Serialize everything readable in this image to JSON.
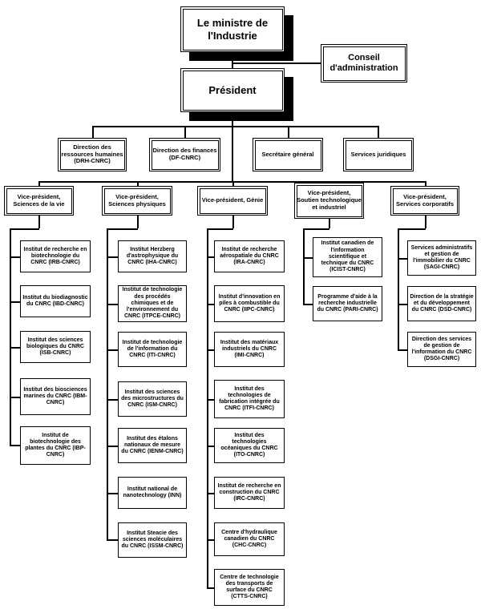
{
  "org": {
    "minister": "Le ministre de l'Industrie",
    "board": "Conseil d'administration",
    "president": "Président",
    "directorates": [
      "Direction des ressources humaines (DRH-CNRC)",
      "Direction des finances (DF-CNRC)",
      "Secrétaire général",
      "Services juridiques"
    ],
    "vice_presidents": [
      "Vice-président, Sciences de la vie",
      "Vice-président, Sciences physiques",
      "Vice-président, Génie",
      "Vice-président, Soutien technologique et industriel",
      "Vice-président, Services corporatifs"
    ],
    "life_sciences": [
      "Institut de recherche en biotechnologie du CNRC (IRB-CNRC)",
      "Institut du biodiagnostic du CNRC (IBD-CNRC)",
      "Institut des sciences biologiques du CNRC (ISB-CNRC)",
      "Institut des biosciences marines du CNRC (IBM-CNRC)",
      "Institut de biotechnologie des plantes du CNRC (IBP-CNRC)"
    ],
    "physical_sciences": [
      "Institut Herzberg d'astrophysique du CNRC (IHA-CNRC)",
      "Institut de technologie des procédés chimiques et de l'environnement du CNRC (ITPCE-CNRC)",
      "Institut de technologie de l'information du CNRC (ITI-CNRC)",
      "Institut des sciences des microstructures du CNRC (ISM-CNRC)",
      "Institut des étalons nationaux de mesure du CNRC (IENM-CNRC)",
      "Institut national de nanotechnology (INN)",
      "Institut Steacie des sciences moléculaires du CNRC (ISSM-CNRC)"
    ],
    "engineering": [
      "Institut de recherche aérospatiale du CNRC (IRA-CNRC)",
      "Institut d'innovation en piles à combustible du CNRC (IIPC-CNRC)",
      "Institut des matériaux industriels du CNRC (IMI-CNRC)",
      "Institut des technologies de fabrication intégrée du CNRC (ITFI-CNRC)",
      "Institut des technologies océaniques du CNRC (ITO-CNRC)",
      "Institut de recherche en construction du CNRC (IRC-CNRC)",
      "Centre d'hydraulique canadien du CNRC (CHC-CNRC)",
      "Centre de technologie des transports de surface du CNRC (CTTS-CNRC)"
    ],
    "tech_industry_support": [
      "Institut canadien de l'information scientifique et technique du CNRC (ICIST-CNRC)",
      "Programme d'aide à la recherche industrielle du CNRC (PARI-CNRC)"
    ],
    "corporate_services": [
      "Services administratifs et gestion de l'immobilier du CNRC (SAGI-CNRC)",
      "Direction de la stratégie et du développement du CNRC (DSD-CNRC)",
      "Direction des services de gestion de l'information du CNRC (DSGI-CNRC)"
    ]
  }
}
